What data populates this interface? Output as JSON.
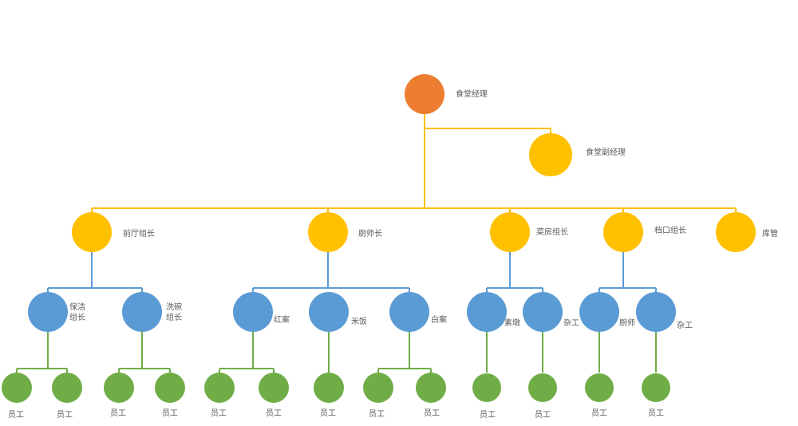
{
  "colors": {
    "manager": "#ED7D31",
    "leader": "#FFC000",
    "group": "#5B9BD5",
    "staff": "#70AD47",
    "line_top": "#FFC000",
    "line_mid": "#5B9BD5",
    "line_low": "#70AD47",
    "text": "#595959"
  },
  "nodes": {
    "manager": "食堂经理",
    "deputy": "食堂副经理",
    "front": "前厅组长",
    "chef": "厨师长",
    "veg": "菜房组长",
    "stall": "档口组长",
    "store": "库管",
    "cleaning": [
      "保洁",
      "组长"
    ],
    "dish": [
      "洗碗",
      "组长"
    ],
    "red": "红案",
    "rice": "米饭",
    "white": "白案",
    "steam": "素墩",
    "misc1": "杂工",
    "cook": "厨师",
    "misc2": "杂工",
    "staff": "员工"
  }
}
